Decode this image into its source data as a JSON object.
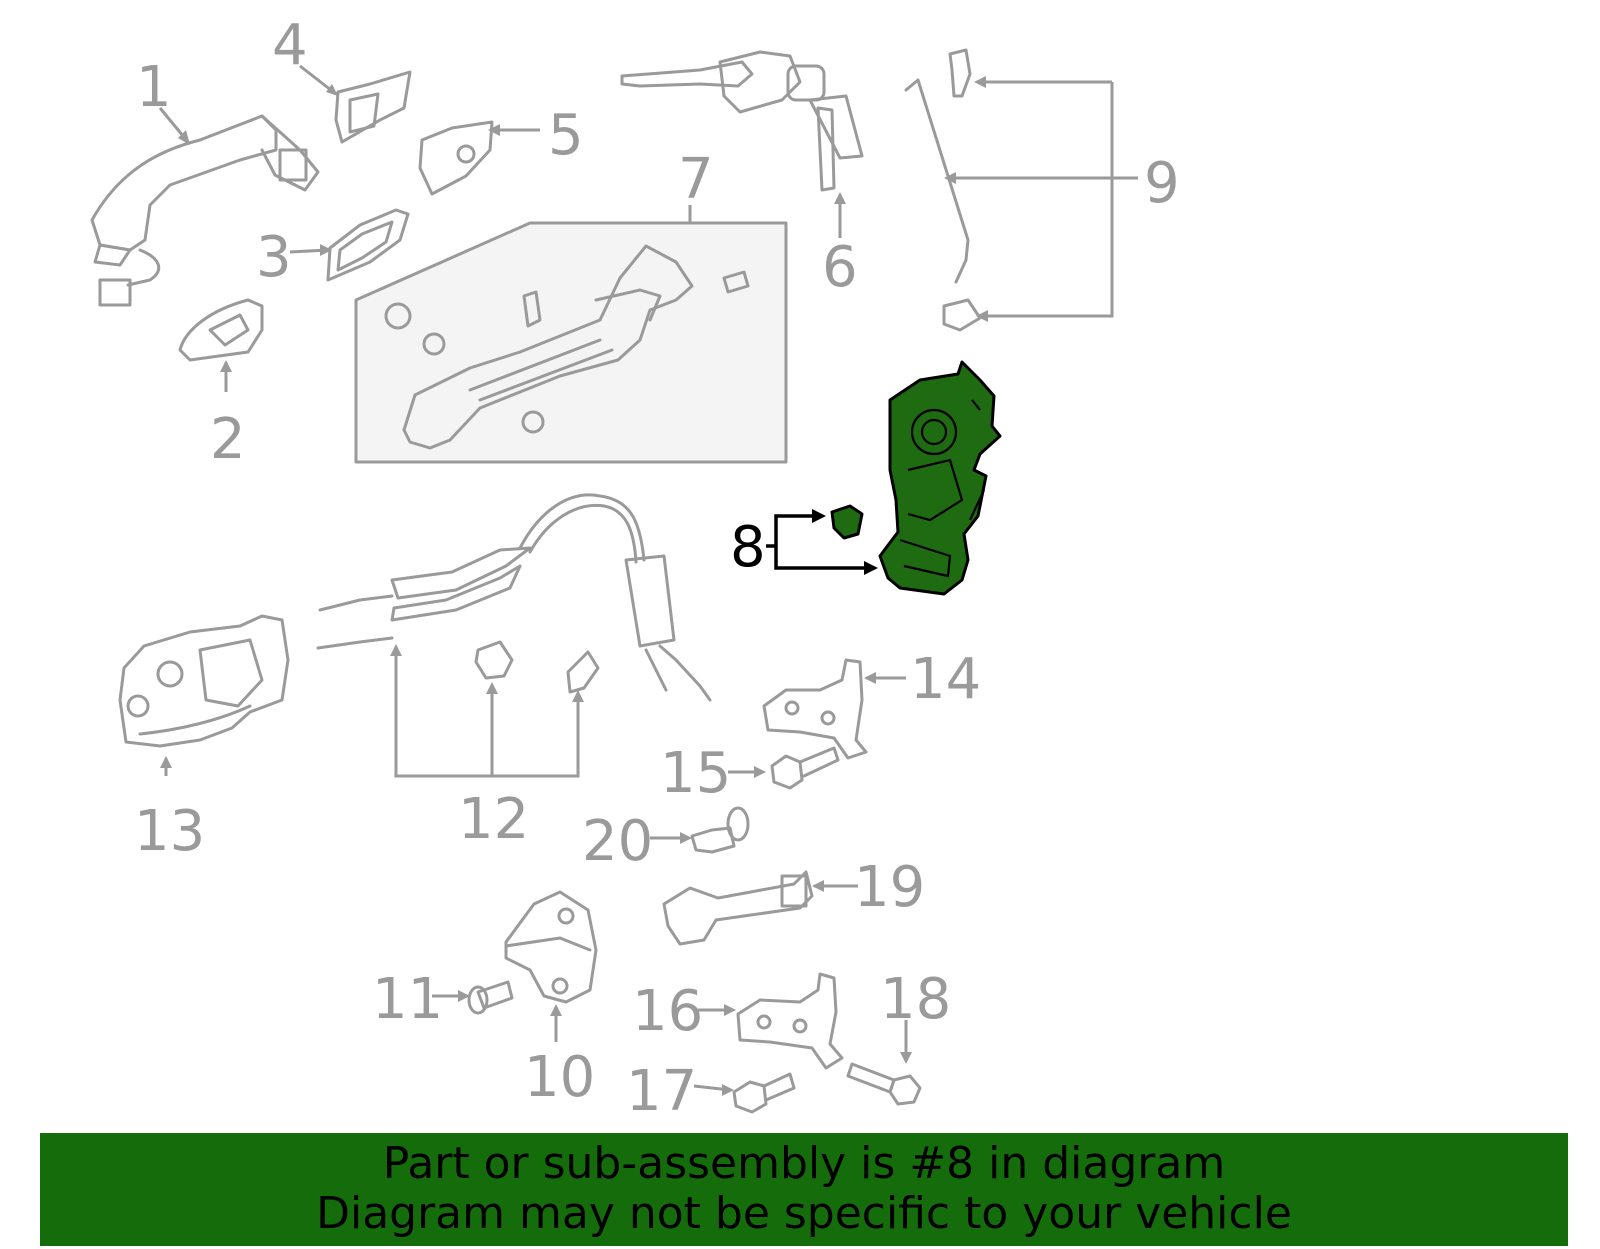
{
  "callouts": [
    "1",
    "2",
    "3",
    "4",
    "5",
    "6",
    "7",
    "8",
    "9",
    "10",
    "11",
    "12",
    "13",
    "14",
    "15",
    "16",
    "17",
    "18",
    "19",
    "20"
  ],
  "highlighted_part": "8",
  "colors": {
    "banner": "#146c0a",
    "highlight_fill": "#1e6b12",
    "line_gray": "#9a9a9a"
  },
  "banner": {
    "line1": "Part or sub-assembly is #8 in diagram",
    "line2": "Diagram may not be specific to your vehicle"
  }
}
